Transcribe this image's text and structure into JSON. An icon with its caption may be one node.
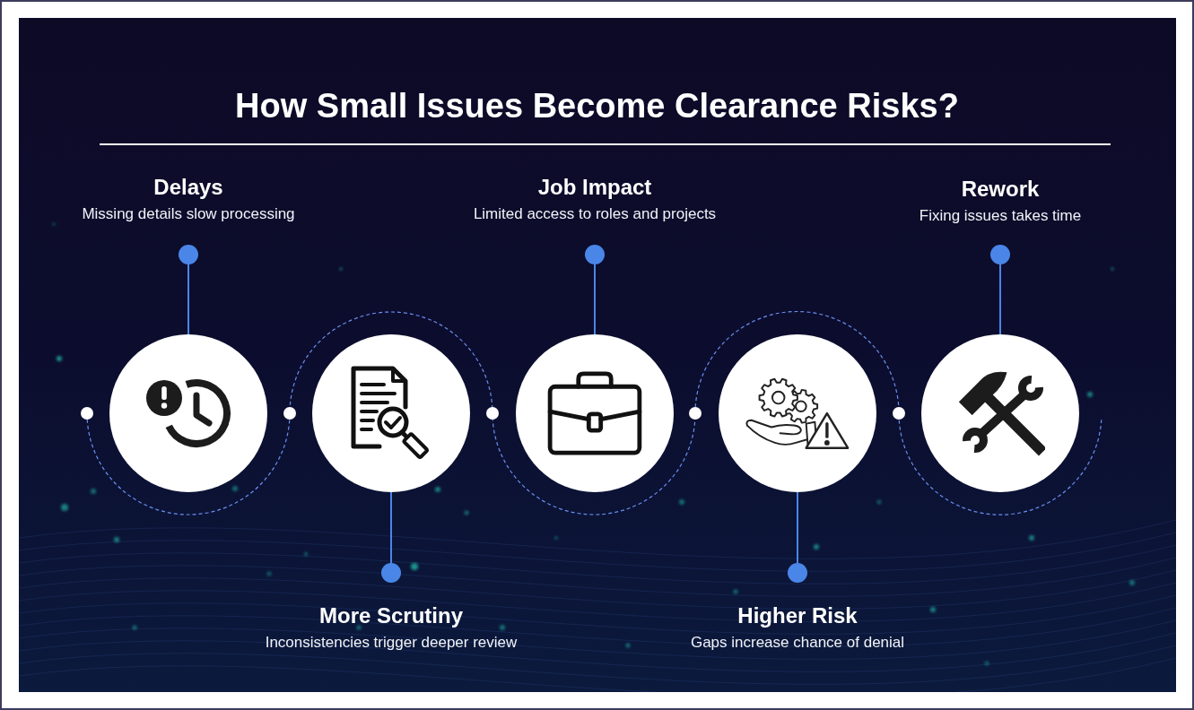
{
  "diagram": {
    "title": "How Small Issues Become Clearance Risks?",
    "nodes": [
      {
        "text": [
          "Delays",
          "Missing details slow processing"
        ]
      },
      {
        "text": [
          "Job Impact",
          "Limited access to roles and projects"
        ]
      },
      {
        "text": [
          "Rework",
          "Fixing issues takes time"
        ]
      },
      {
        "text": [],
        "shape": "circle"
      },
      {
        "text": [],
        "shape": "circle"
      },
      {
        "text": [],
        "shape": "circle"
      },
      {
        "text": [],
        "shape": "circle"
      },
      {
        "text": [],
        "shape": "circle"
      },
      {
        "text": [
          "More Scrutiny",
          "Inconsistencies trigger deeper review"
        ]
      },
      {
        "text": [
          "Higher Risk",
          "Gaps increase chance of denial"
        ]
      }
    ],
    "edges": [
      {
        "from": 0,
        "to": 3,
        "arrow": "other"
      },
      {
        "from": 1,
        "to": 5,
        "arrow": "other"
      },
      {
        "from": 2,
        "to": 7,
        "arrow": "other"
      },
      {
        "from": 8,
        "to": 4,
        "arrow": "other"
      },
      {
        "from": 9,
        "to": 6,
        "arrow": "other"
      }
    ]
  }
}
